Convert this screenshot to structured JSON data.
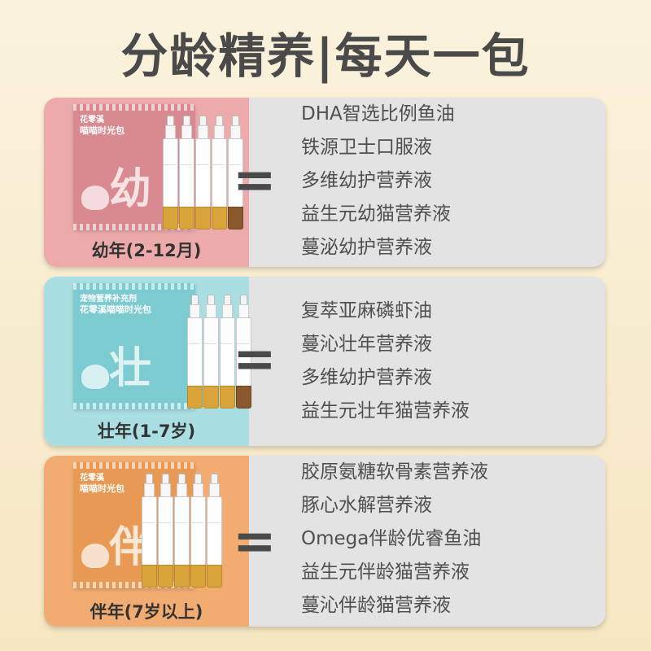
{
  "title": "分龄精养|每天一包",
  "colors": {
    "young": "#ecaaab",
    "prime": "#a9dee2",
    "senior": "#f2ac72",
    "pack_young": "#d98990",
    "pack_prime": "#7ccbd0",
    "pack_senior": "#e89a55",
    "liquid_gold": "#d9a53a",
    "liquid_brown": "#8a5a2e"
  },
  "sections": [
    {
      "stage": "幼年(2-12月)",
      "pack": {
        "brand": "花零溪",
        "name": "喵喵时光包",
        "char": "幼"
      },
      "items": [
        "DHA智选比例鱼油",
        "铁源卫士口服液",
        "多维幼护营养液",
        "益生元幼猫营养液",
        "蔓泌幼护营养液"
      ]
    },
    {
      "stage": "壮年(1-7岁)",
      "pack": {
        "brand": "宠物营养补充剂",
        "name": "花零溪喵喵时光包",
        "char": "壮"
      },
      "items": [
        "复萃亚麻磷虾油",
        "蔓沁壮年营养液",
        "多维幼护营养液",
        "益生元壮年猫营养液"
      ]
    },
    {
      "stage": "伴年(7岁以上)",
      "pack": {
        "brand": "花零溪",
        "name": "喵喵时光包",
        "char": "伴"
      },
      "items": [
        "胶原氨糖软骨素营养液",
        "豚心水解营养液",
        "Omega伴龄优睿鱼油",
        "益生元伴龄猫营养液",
        "蔓沁伴龄猫营养液"
      ]
    }
  ],
  "equals": "="
}
